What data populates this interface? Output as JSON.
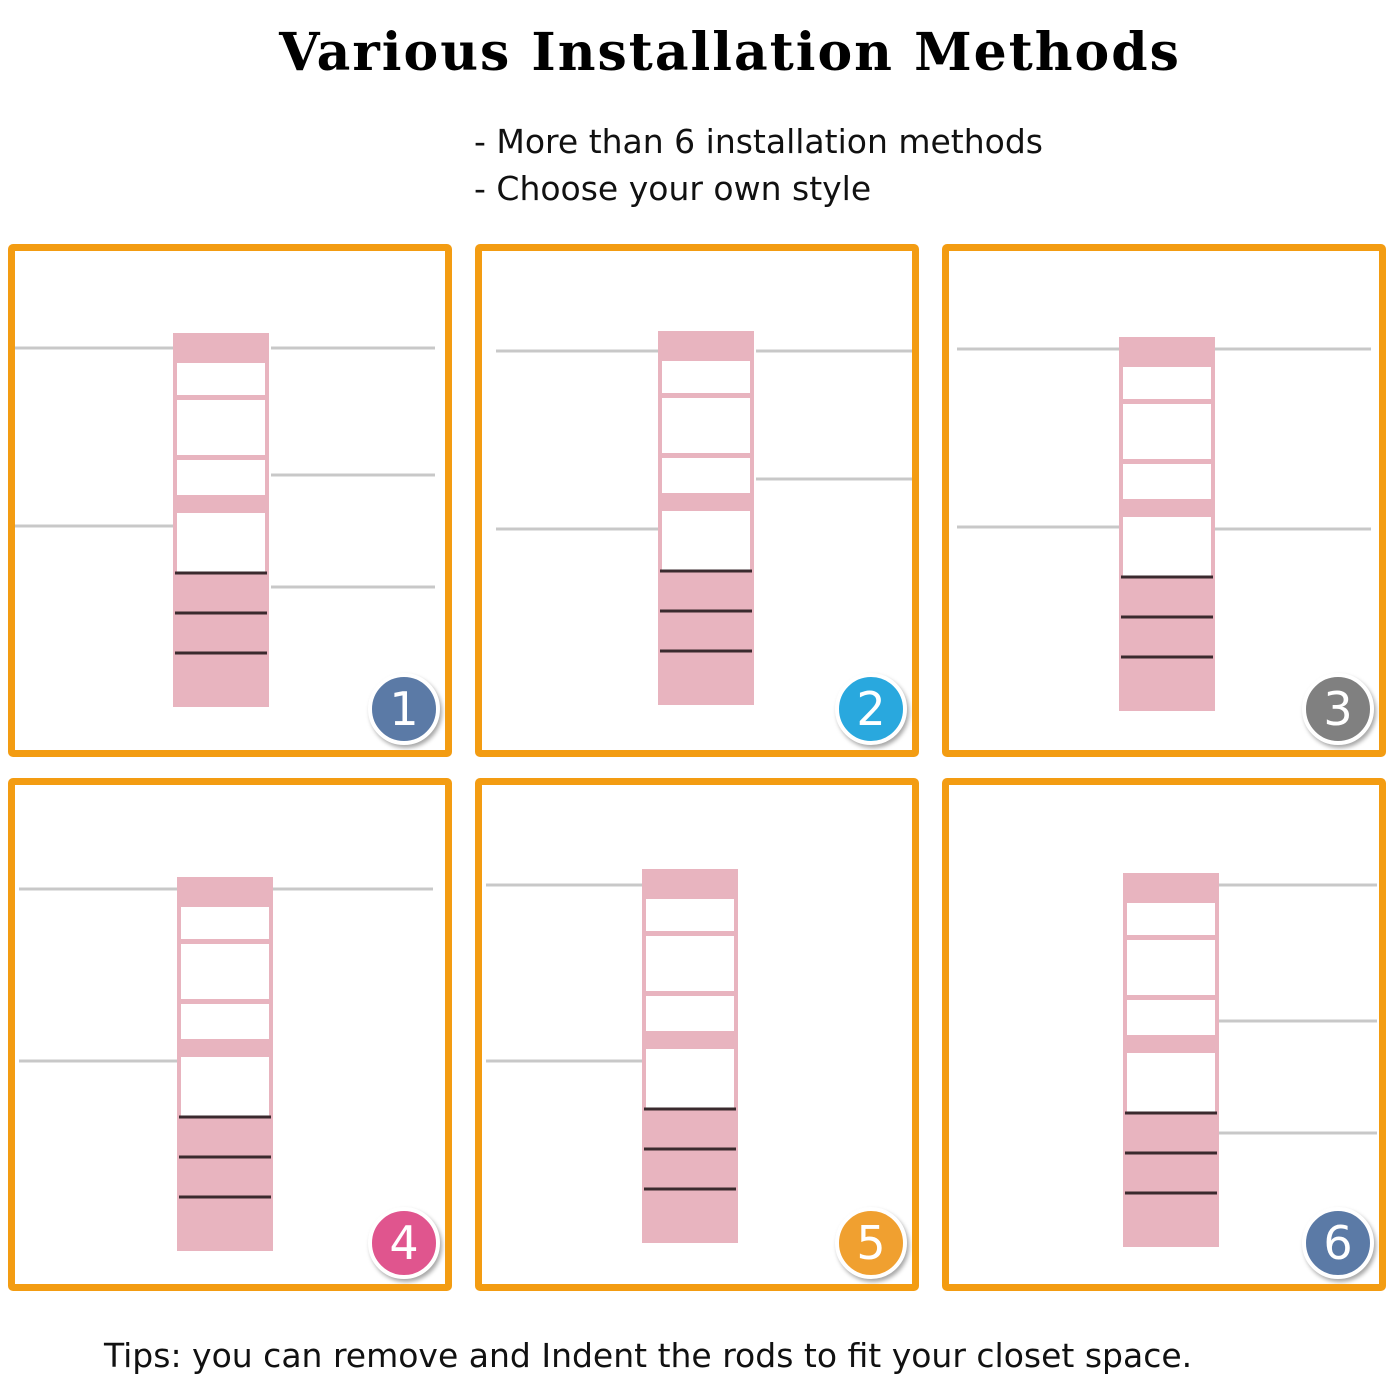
{
  "title": "Various Installation Methods",
  "bullets": [
    "- More than 6 installation methods",
    "- Choose your own style"
  ],
  "tips": "Tips: you can remove and Indent the rods to fit your closet space.",
  "colors": {
    "frame": "#f39c12",
    "unit": "#e8b4bf",
    "rod": "#c8c8c8"
  },
  "methods": [
    {
      "number": "1",
      "badge_color": "#5b7aa6"
    },
    {
      "number": "2",
      "badge_color": "#29a8de"
    },
    {
      "number": "3",
      "badge_color": "#808080"
    },
    {
      "number": "4",
      "badge_color": "#e0558e"
    },
    {
      "number": "5",
      "badge_color": "#f0a030"
    },
    {
      "number": "6",
      "badge_color": "#5b7aa6"
    }
  ]
}
